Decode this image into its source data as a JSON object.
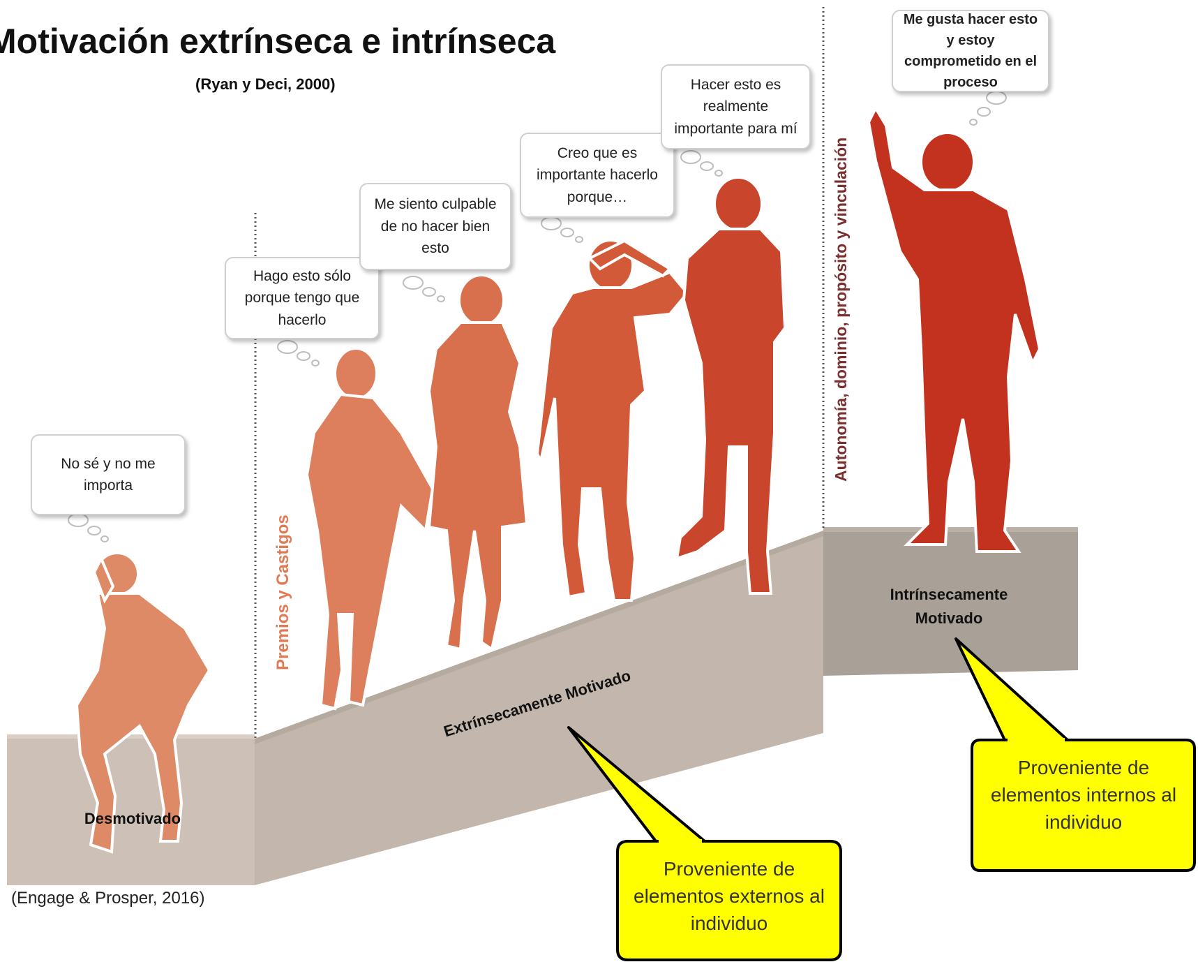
{
  "title": "Motivación extrínseca e intrínseca",
  "subtitle": "(Ryan y Deci, 2000)",
  "credit": "(Engage & Prosper, 2016)",
  "bubbles": [
    "No sé y no me importa",
    "Hago esto sólo porque tengo que hacerlo",
    "Me siento culpable de no hacer bien esto",
    "Creo que es importante hacerlo porque…",
    "Hacer esto es realmente importante para mí",
    "Me gusta hacer esto y estoy comprometido en el proceso"
  ],
  "vertical_labels": {
    "premios": "Premios y Castigos",
    "autonomia": "Autonomía, dominio, propósito y vinculación"
  },
  "levels": {
    "desmotivado": "Desmotivado",
    "extrinseco": "Extrínsecamente Motivado",
    "intrinseco": "Intrínsecamente Motivado"
  },
  "callouts": {
    "externo": "Proveniente de elementos externos al individuo",
    "interno": "Proveniente de elementos internos al individuo"
  },
  "colors": {
    "figure_light": "#df8a66",
    "figure_mid": "#d4623f",
    "figure_dark": "#c43a22",
    "step_top": "#d2c6bc",
    "step_front": "#bdb1a7",
    "step_high": "#a69d95",
    "callout_fill": "#ffff00",
    "premios_label": "#e07a55",
    "autonomia_label": "#7a2f2f"
  }
}
